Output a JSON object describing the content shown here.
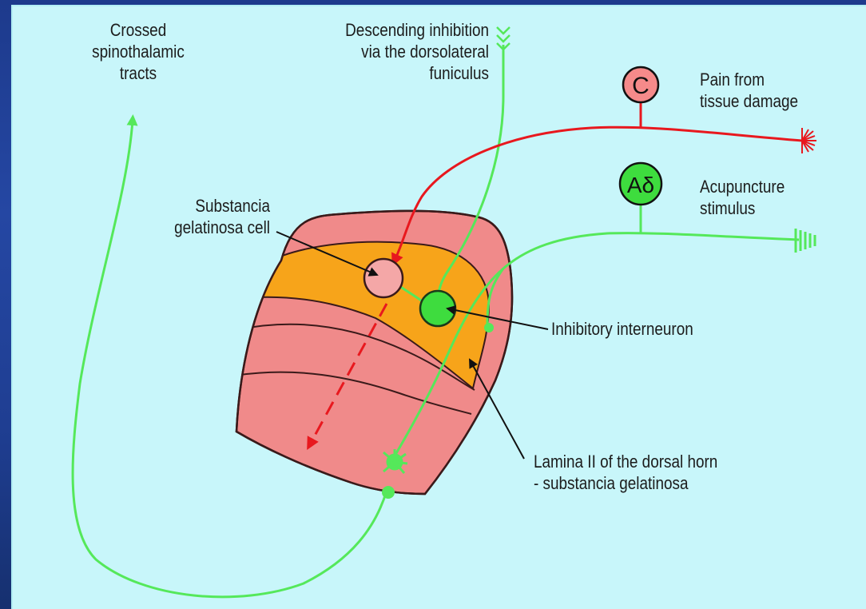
{
  "labels": {
    "crossed": [
      "Crossed",
      "spinothalamic",
      "tracts"
    ],
    "descending": [
      "Descending inhibition",
      "via the dorsolateral",
      "funiculus"
    ],
    "pain": [
      "Pain from",
      "tissue damage"
    ],
    "acupuncture": [
      "Acupuncture",
      "stimulus"
    ],
    "substancia_gelatinosa_cell": [
      "Substancia",
      "gelatinosa cell"
    ],
    "inhibitory_interneuron": "Inhibitory interneuron",
    "lamina": [
      "Lamina II of the dorsal horn",
      "- substancia gelatinosa"
    ]
  },
  "neurons": {
    "c_fiber": "C",
    "a_delta_fiber": "Aδ"
  },
  "colors": {
    "background_outer": "#1f3e92",
    "panel": "#c8f6fa",
    "dorsal_horn": "#f08a8a",
    "lamina_ii": "#f7a41a",
    "pain_pathway": "#e8181e",
    "inhibition_pathway": "#55e85a",
    "outline": "#3a1a1a"
  }
}
